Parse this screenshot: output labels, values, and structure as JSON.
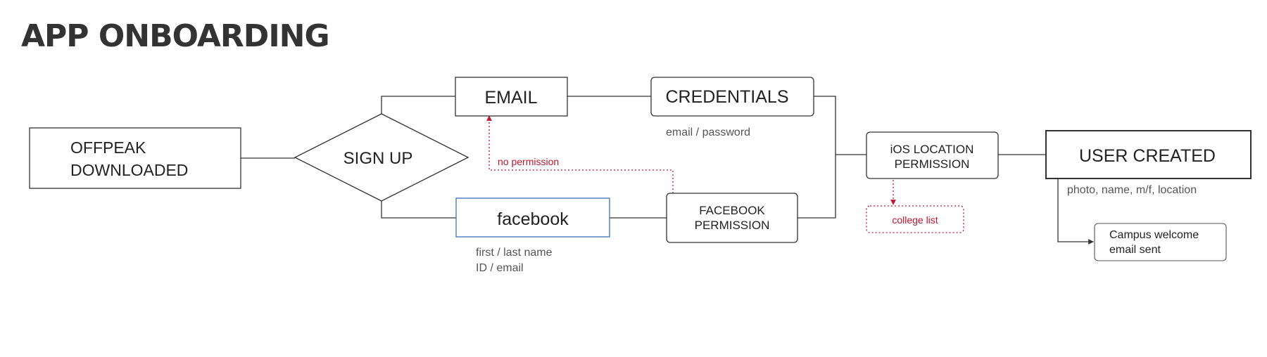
{
  "title": "APP ONBOARDING",
  "nodes": {
    "offpeak": {
      "lines": [
        "OFFPEAK",
        "DOWNLOADED"
      ]
    },
    "signup": {
      "label": "SIGN UP"
    },
    "email": {
      "label": "EMAIL"
    },
    "credentials": {
      "label": "CREDENTIALS"
    },
    "facebook": {
      "label": "facebook"
    },
    "fb_permission": {
      "lines": [
        "FACEBOOK",
        "PERMISSION"
      ]
    },
    "ios_location": {
      "lines": [
        "iOS LOCATION",
        "PERMISSION"
      ]
    },
    "user_created": {
      "label": "USER CREATED"
    },
    "campus_email": {
      "lines": [
        "Campus welcome",
        "email sent"
      ]
    },
    "college_list": {
      "label": "college list"
    }
  },
  "annotations": {
    "credentials_note": "email / password",
    "facebook_note": [
      "first / last name",
      "ID / email"
    ],
    "no_permission": "no permission",
    "user_note": "photo, name, m/f, location"
  },
  "colors": {
    "stroke": "#333333",
    "text": "#222222",
    "note": "#555555",
    "accent_red": "#c0152f",
    "facebook_blue": "#3b6fc4"
  }
}
